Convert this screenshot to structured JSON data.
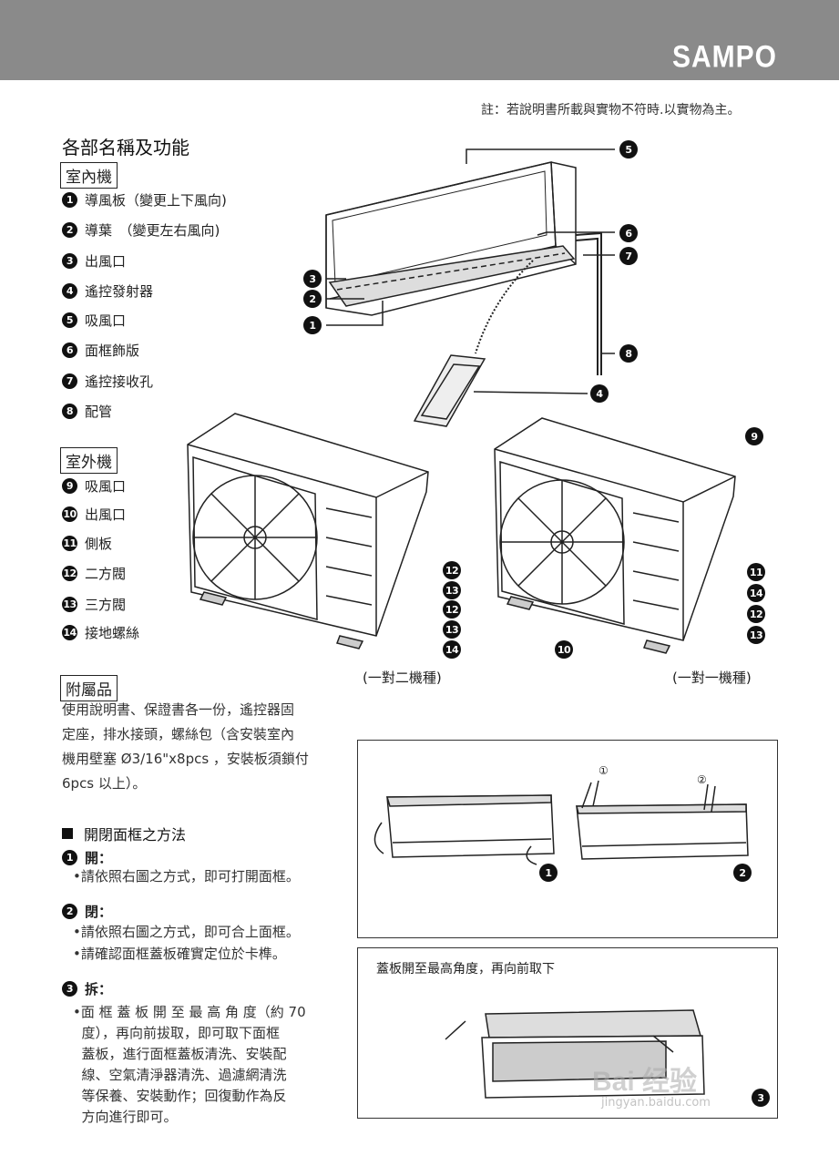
{
  "header": {
    "brand": "SAMPO"
  },
  "note": "註：若說明書所載與實物不符時.以實物為主。",
  "section_title": "各部名稱及功能",
  "indoor": {
    "label": "室內機",
    "items": [
      {
        "num": "1",
        "text": "導風板（變更上下風向)"
      },
      {
        "num": "2",
        "text": "導葉　（變更左右風向)"
      },
      {
        "num": "3",
        "text": "出風口"
      },
      {
        "num": "4",
        "text": "遙控發射器"
      },
      {
        "num": "5",
        "text": "吸風口"
      },
      {
        "num": "6",
        "text": "面框飾版"
      },
      {
        "num": "7",
        "text": "遙控接收孔"
      },
      {
        "num": "8",
        "text": "配管"
      }
    ]
  },
  "outdoor": {
    "label": "室外機",
    "items": [
      {
        "num": "9",
        "text": "吸風口"
      },
      {
        "num": "10",
        "text": "出風口"
      },
      {
        "num": "11",
        "text": "側板"
      },
      {
        "num": "12",
        "text": "二方閥"
      },
      {
        "num": "13",
        "text": "三方閥"
      },
      {
        "num": "14",
        "text": "接地螺絲"
      }
    ]
  },
  "captions": {
    "left_unit": "(一對二機種)",
    "right_unit": "(一對一機種)"
  },
  "accessories": {
    "label": "附屬品",
    "lines": [
      "使用說明書、保證書各一份，遙控器固",
      "定座，排水接頭，螺絲包（含安裝室內",
      "機用壁塞 Ø3/16\"x8pcs ，安裝板須鎖付",
      "6pcs 以上）。"
    ]
  },
  "method": {
    "title": "開閉面框之方法",
    "steps": [
      {
        "num": "1",
        "title": "開：",
        "lines": [
          "•請依照右圖之方式，即可打開面框。"
        ]
      },
      {
        "num": "2",
        "title": "閉：",
        "lines": [
          "•請依照右圖之方式，即可合上面框。",
          "•請確認面框蓋板確實定位於卡榫。"
        ]
      },
      {
        "num": "3",
        "title": "拆：",
        "lines": [
          "•面 框 蓋 板 開 至 最 高 角 度（約 70",
          "  度），再向前拔取，即可取下面框",
          "  蓋板，進行面框蓋板清洗、安裝配",
          "  線、空氣清淨器清洗、過濾網清洗",
          "  等保養、安裝動作；回復動作為反",
          "  方向進行即可。"
        ]
      }
    ]
  },
  "figure_box2": {
    "caption": "蓋板開至最高角度，再向前取下",
    "circled_1": "①",
    "circled_2": "②",
    "callout_3": "3"
  },
  "callouts": {
    "c1": "1",
    "c2": "2",
    "c3": "3",
    "c4": "4",
    "c5": "5",
    "c6": "6",
    "c7": "7",
    "c8": "8",
    "c9": "9",
    "c10": "10",
    "c11": "11",
    "c12": "12",
    "c13": "13",
    "c14": "14"
  },
  "watermark": {
    "line1": "Bai",
    "line2": "经验",
    "url": "jingyan.baidu.com"
  }
}
